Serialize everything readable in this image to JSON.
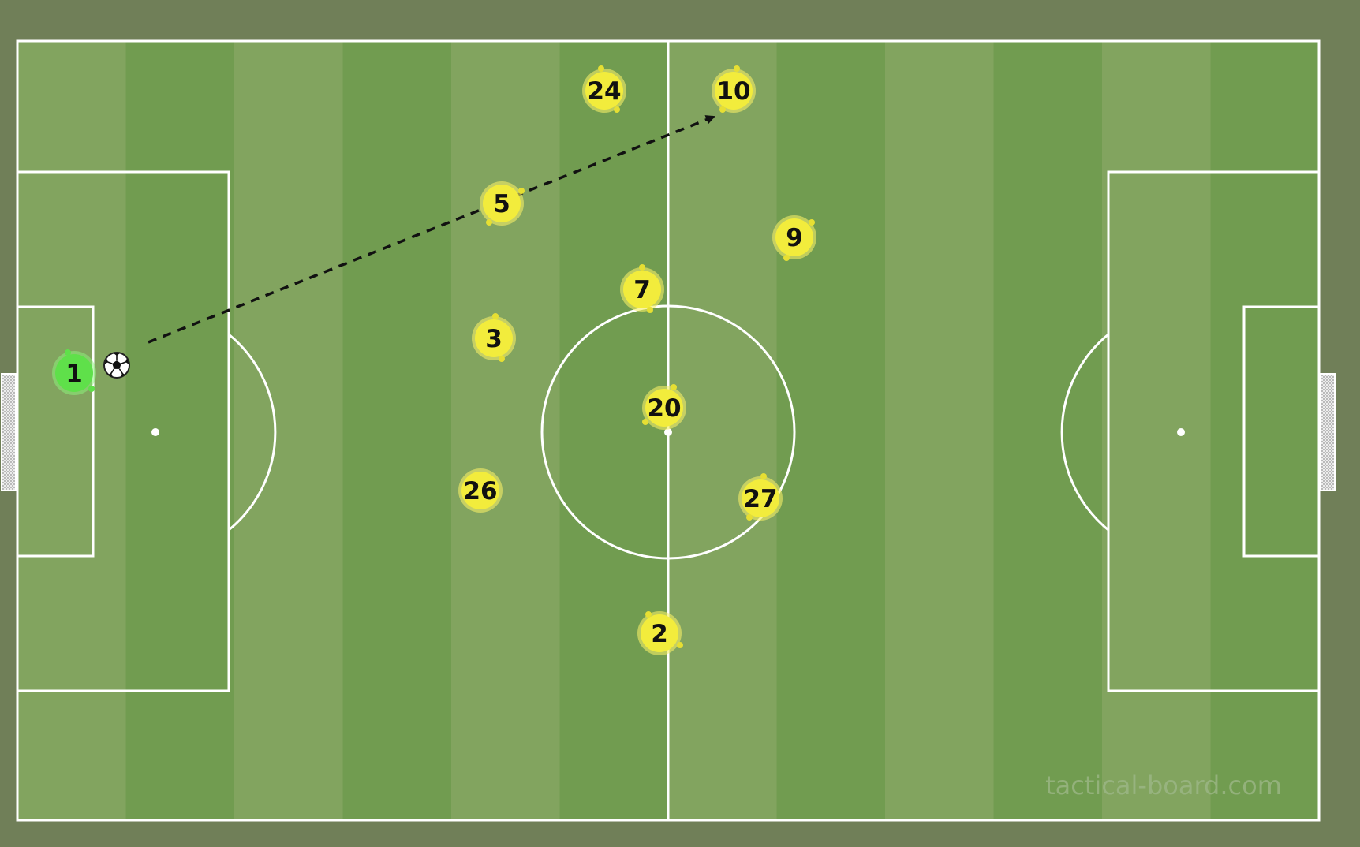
{
  "board": {
    "background_color": "#707f58",
    "pitch_stripe_light": "#82a45f",
    "pitch_stripe_dark": "#719c50",
    "line_color": "#ffffff",
    "watermark": "tactical-board.com"
  },
  "goalkeeper": {
    "number": "1",
    "color": "#5fe04a",
    "outline": "#7cf065"
  },
  "ball": {
    "icon": "soccer-ball-icon"
  },
  "players": [
    {
      "number": "24",
      "color": "#f2ec3c"
    },
    {
      "number": "10",
      "color": "#f2ec3c"
    },
    {
      "number": "5",
      "color": "#f2ec3c"
    },
    {
      "number": "9",
      "color": "#f2ec3c"
    },
    {
      "number": "7",
      "color": "#f2ec3c"
    },
    {
      "number": "3",
      "color": "#f2ec3c"
    },
    {
      "number": "20",
      "color": "#f2ec3c"
    },
    {
      "number": "26",
      "color": "#f2ec3c"
    },
    {
      "number": "27",
      "color": "#f2ec3c"
    },
    {
      "number": "2",
      "color": "#f2ec3c"
    }
  ],
  "pass_arrow": {
    "style": "dashed",
    "color": "#111111",
    "from": "ball",
    "to_player": "10"
  }
}
